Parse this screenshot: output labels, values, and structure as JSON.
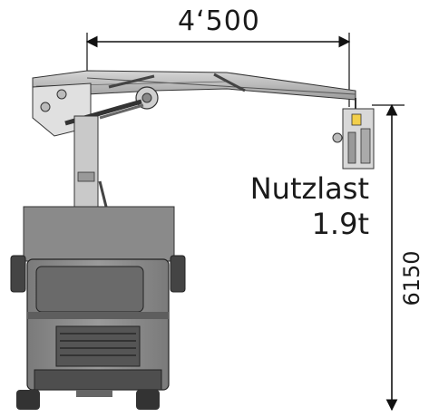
{
  "dimensions": {
    "reach_label": "4‘500",
    "height_label": "6150"
  },
  "payload": {
    "label": "Nutzlast",
    "value": "1.9t"
  }
}
